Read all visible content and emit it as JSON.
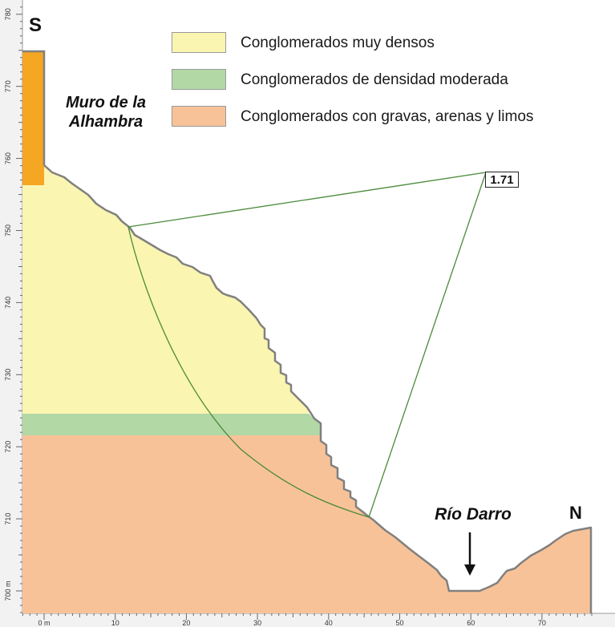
{
  "labels": {
    "south": "S",
    "north": "N",
    "wall_line1": "Muro de la",
    "wall_line2": "Alhambra",
    "river": "Río Darro",
    "factor_of_safety": "1.71"
  },
  "legend": [
    {
      "label": "Conglomerados muy densos",
      "color": "#faf5b0"
    },
    {
      "label": "Conglomerados de densidad moderada",
      "color": "#b2d8a6"
    },
    {
      "label": "Conglomerados con gravas, arenas y limos",
      "color": "#f8c298"
    }
  ],
  "colors": {
    "wall": "#f5a623",
    "ground_line": "#808080",
    "slip_line": "#4a8a3a",
    "axis_bg": "#f2f2f2"
  },
  "axes": {
    "x_ticks": [
      "0 m",
      "10",
      "20",
      "30",
      "40",
      "50",
      "60",
      "70"
    ],
    "y_ticks": [
      "700 m",
      "710",
      "720",
      "730",
      "740",
      "750",
      "760",
      "770",
      "780"
    ]
  }
}
